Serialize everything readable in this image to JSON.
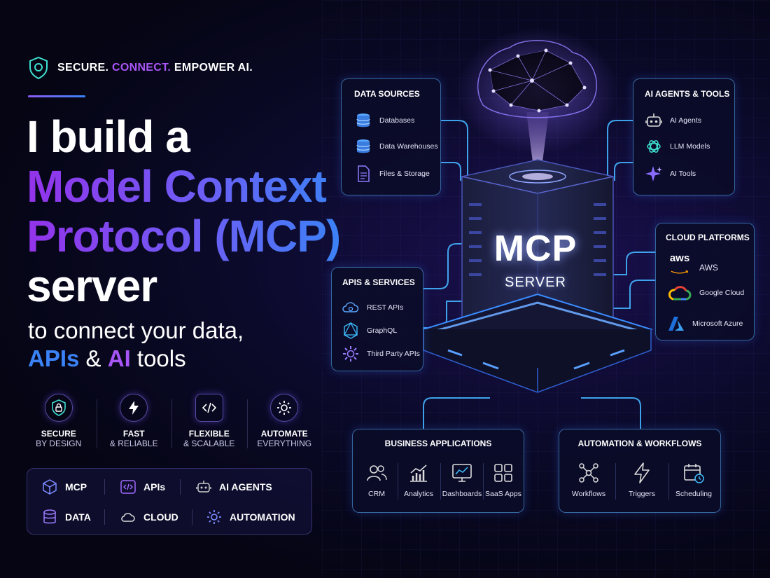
{
  "tagline": {
    "part1": "SECURE.",
    "part2": "CONNECT.",
    "part3": "EMPOWER AI."
  },
  "headline": {
    "line1": "I build a",
    "line2": "Model Context",
    "line3": "Protocol (MCP)",
    "line4": "server"
  },
  "subhead": {
    "line1": "to connect your data,",
    "apis": "APIs",
    "amp": "&",
    "ai": "AI",
    "tools": "tools"
  },
  "features": [
    {
      "icon": "lock-shield-icon",
      "title": "SECURE",
      "sub": "BY DESIGN"
    },
    {
      "icon": "lightning-icon",
      "title": "FAST",
      "sub": "& RELIABLE"
    },
    {
      "icon": "code-icon",
      "title": "FLEXIBLE",
      "sub": "& SCALABLE"
    },
    {
      "icon": "gear-icon",
      "title": "AUTOMATE",
      "sub": "EVERYTHING"
    }
  ],
  "tags": [
    {
      "icon": "cube-icon",
      "label": "MCP"
    },
    {
      "icon": "code-icon",
      "label": "APIs"
    },
    {
      "icon": "robot-icon",
      "label": "AI AGENTS"
    },
    {
      "icon": "database-icon",
      "label": "DATA"
    },
    {
      "icon": "cloud-icon",
      "label": "CLOUD"
    },
    {
      "icon": "gear-icon",
      "label": "AUTOMATION"
    }
  ],
  "data_sources": {
    "title": "DATA SOURCES",
    "items": [
      {
        "icon": "database-icon",
        "label": "Databases"
      },
      {
        "icon": "warehouse-icon",
        "label": "Data Warehouses"
      },
      {
        "icon": "file-icon",
        "label": "Files & Storage"
      }
    ]
  },
  "ai_agents": {
    "title": "AI AGENTS & TOOLS",
    "items": [
      {
        "icon": "robot-icon",
        "label": "AI Agents"
      },
      {
        "icon": "openai-icon",
        "label": "LLM Models"
      },
      {
        "icon": "sparkle-icon",
        "label": "AI Tools"
      }
    ]
  },
  "cloud": {
    "title": "CLOUD PLATFORMS",
    "items": [
      {
        "icon": "aws-icon",
        "logo_text": "aws",
        "label": "AWS"
      },
      {
        "icon": "google-cloud-icon",
        "label": "Google Cloud"
      },
      {
        "icon": "azure-icon",
        "label": "Microsoft Azure"
      }
    ]
  },
  "apis": {
    "title": "APIS & SERVICES",
    "items": [
      {
        "icon": "cloud-gear-icon",
        "label": "REST APIs"
      },
      {
        "icon": "graphql-icon",
        "label": "GraphQL"
      },
      {
        "icon": "gear-icon",
        "label": "Third Party APIs"
      }
    ]
  },
  "business": {
    "title": "BUSINESS APPLICATIONS",
    "items": [
      {
        "icon": "users-icon",
        "label": "CRM"
      },
      {
        "icon": "analytics-icon",
        "label": "Analytics"
      },
      {
        "icon": "dashboard-icon",
        "label": "Dashboards"
      },
      {
        "icon": "apps-grid-icon",
        "label": "SaaS Apps"
      }
    ]
  },
  "automation": {
    "title": "AUTOMATION & WORKFLOWS",
    "items": [
      {
        "icon": "workflow-icon",
        "label": "Workflows"
      },
      {
        "icon": "lightning-icon",
        "label": "Triggers"
      },
      {
        "icon": "calendar-clock-icon",
        "label": "Scheduling"
      }
    ]
  },
  "server": {
    "title": "MCP",
    "subtitle": "SERVER"
  },
  "colors": {
    "purple": "#a855f7",
    "blue": "#3b82f6",
    "cyan": "#38bdf8",
    "panel_border": "#5ab4ff"
  }
}
